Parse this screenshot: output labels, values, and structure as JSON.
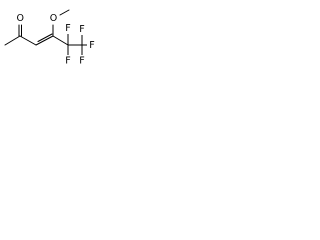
{
  "molecule": {
    "atoms": {
      "carbonyl_oxygen": "O",
      "methoxy_oxygen": "O",
      "methoxy_carbon": "CH3",
      "fluorines": [
        "F",
        "F",
        "F",
        "F",
        "F"
      ]
    },
    "colors": {
      "bond": "#000000",
      "label": "#000000",
      "background": "#ffffff"
    }
  }
}
